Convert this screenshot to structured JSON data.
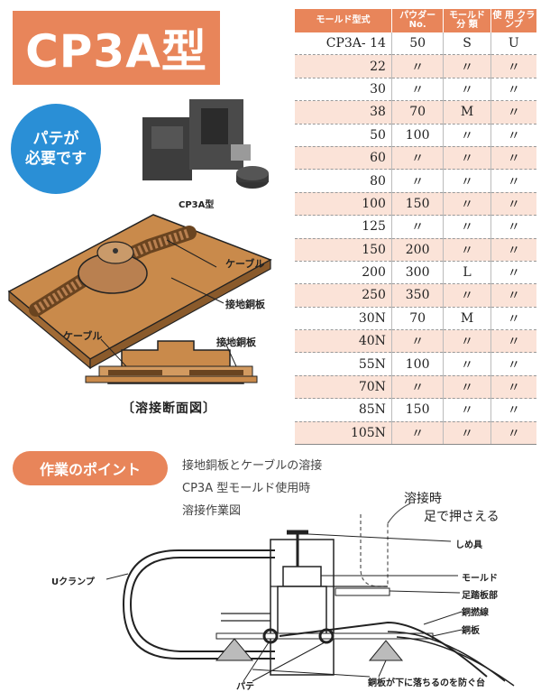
{
  "title": "CP3A型",
  "badge_lines": [
    "パテが",
    "必要です"
  ],
  "photo_caption": "CP3A型",
  "illustration_labels": {
    "cable_top": "ケーブル",
    "copper_plate_top": "接地銅板",
    "cable_section": "ケーブル",
    "copper_plate_section": "接地銅板"
  },
  "section_caption": "〔溶接断面図〕",
  "table": {
    "headers": [
      "モールド型式",
      "パウダー No.",
      "モールド 分 類",
      "使 用 クランプ"
    ],
    "rows": [
      [
        "CP3A-  14",
        "50",
        "S",
        "U"
      ],
      [
        "22",
        "〃",
        "〃",
        "〃"
      ],
      [
        "30",
        "〃",
        "〃",
        "〃"
      ],
      [
        "38",
        "70",
        "M",
        "〃"
      ],
      [
        "50",
        "100",
        "〃",
        "〃"
      ],
      [
        "60",
        "〃",
        "〃",
        "〃"
      ],
      [
        "80",
        "〃",
        "〃",
        "〃"
      ],
      [
        "100",
        "150",
        "〃",
        "〃"
      ],
      [
        "125",
        "〃",
        "〃",
        "〃"
      ],
      [
        "150",
        "200",
        "〃",
        "〃"
      ],
      [
        "200",
        "300",
        "L",
        "〃"
      ],
      [
        "250",
        "350",
        "〃",
        "〃"
      ],
      [
        "30N",
        "70",
        "M",
        "〃"
      ],
      [
        "40N",
        "〃",
        "〃",
        "〃"
      ],
      [
        "55N",
        "100",
        "〃",
        "〃"
      ],
      [
        "70N",
        "〃",
        "〃",
        "〃"
      ],
      [
        "85N",
        "150",
        "〃",
        "〃"
      ],
      [
        "105N",
        "〃",
        "〃",
        "〃"
      ]
    ]
  },
  "work_point": {
    "badge": "作業のポイント",
    "lines": [
      "接地銅板とケーブルの溶接",
      "CP3A 型モールド使用時",
      "溶接作業図"
    ]
  },
  "diagram_labels": {
    "weld_time": "溶接時",
    "press_foot": "足で押さえる",
    "clamp_tool": "しめ具",
    "u_clamp": "Uクランプ",
    "mold": "モールド",
    "pedal": "足踏板部",
    "copper_wire": "銅撚線",
    "copper_plate": "銅板",
    "putty": "パテ",
    "stand": "銅板が下に落ちるのを防ぐ台"
  },
  "colors": {
    "accent": "#e8855a",
    "badge_blue": "#2a8fd6",
    "row_alt": "#fbe3d8",
    "copper": "#c98a4b"
  }
}
